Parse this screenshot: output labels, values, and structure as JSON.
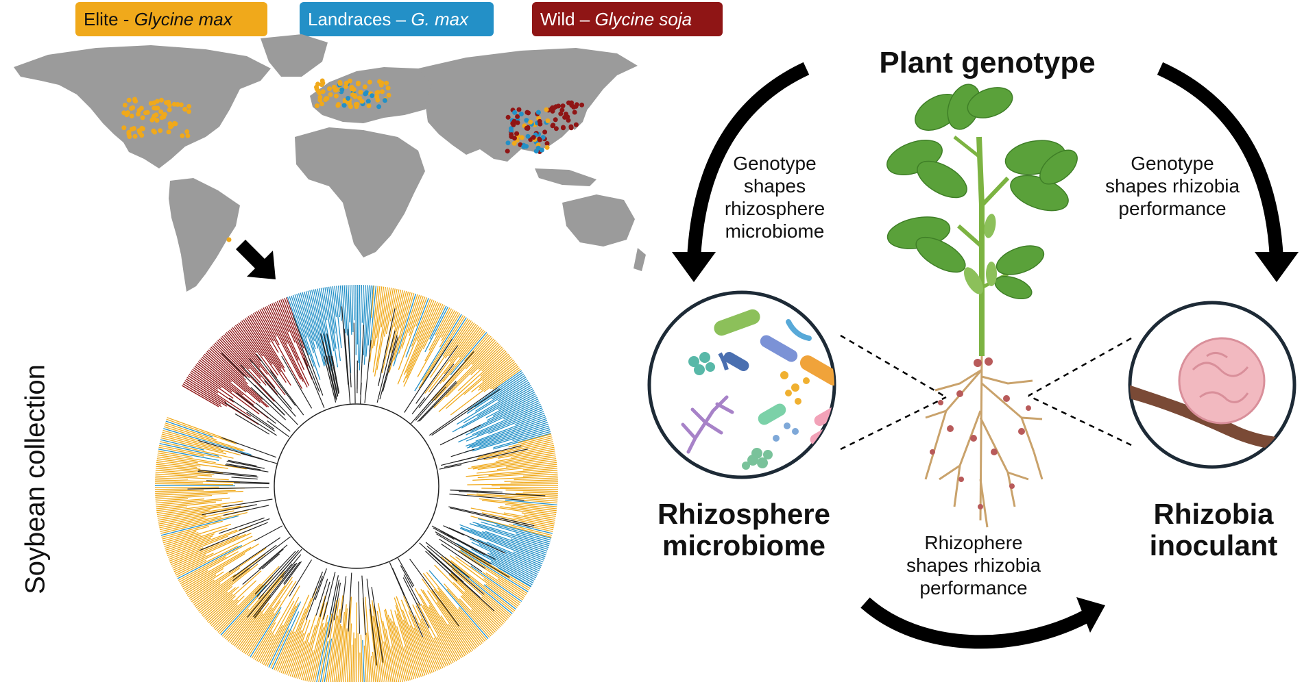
{
  "legend": {
    "elite": {
      "prefix": "Elite - ",
      "species": "Glycine max",
      "color": "#f0a91b"
    },
    "landraces": {
      "prefix": "Landraces – ",
      "species": "G. max",
      "color": "#2390c7"
    },
    "wild": {
      "prefix": "Wild – ",
      "species": "Glycine soja",
      "color": "#8f1515"
    }
  },
  "left_panel": {
    "vertical_label": "Soybean collection",
    "map_color": "#9b9b9b",
    "tree_branch_color": "#222222"
  },
  "right_panel": {
    "title": "Plant genotype",
    "left_node": "Rhizosphere microbiome",
    "right_node": "Rhizobia inoculant",
    "arrow_left_caption": "Genotype shapes rhizosphere microbiome",
    "arrow_right_caption": "Genotype shapes rhizobia performance",
    "arrow_bottom_caption": "Rhizophere shapes rhizobia performance",
    "leaf_color": "#5aa13a",
    "root_color": "#c9a26b",
    "nodule_color": "#b85a5a",
    "nodule_pink": "#f2b9c0"
  }
}
